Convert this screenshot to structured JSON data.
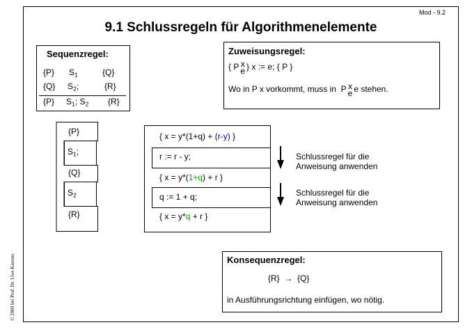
{
  "page_id": "Mod - 9.2",
  "title": "9.1 Schlussregeln für Algorithmenelemente",
  "sequenz": {
    "heading": "Sequenzregel:",
    "row1": {
      "pre": "{P}",
      "stmt": "S",
      "stmt_sub": "1",
      "post": "{Q}"
    },
    "row2": {
      "pre": "{Q}",
      "stmt": "S",
      "stmt_sub": "2",
      "stmt_suffix": ";",
      "post": "{R}"
    },
    "row3": {
      "pre": "{P}",
      "s1": "S",
      "s1_sub": "1",
      "sep": "; ",
      "s2": "S",
      "s2_sub": "2",
      "post": "{R}"
    }
  },
  "zuweisung": {
    "heading": "Zuweisungsregel:",
    "line1": {
      "open": "{ P",
      "sub_top": "x",
      "sub_bottom": "e",
      "rest": "} x := e; { P }"
    },
    "line2": {
      "text": "Wo in P x vorkommt, muss in",
      "p": "P",
      "sub_top": "x",
      "sub_bottom": "e",
      "rest": "e stehen."
    }
  },
  "block_diagram": {
    "p": "{P}",
    "s1": "S",
    "s1_sub": "1",
    "s1_suffix": ";",
    "q": "{Q}",
    "s2": "S",
    "s2_sub": "2",
    "r": "{R}"
  },
  "example": {
    "a1_pre": "{ x = y*(1+q) + (",
    "a1_blue": "r-y",
    "a1_post": ") }",
    "stmt1": "r := r - y;",
    "a2_pre": "{ x = y*(",
    "a2_green": "1+q",
    "a2_mid": ") + ",
    "a2_blue": "r",
    "a2_post": " }",
    "stmt2": "q := 1 + q;",
    "a3_pre": "{ x = y*",
    "a3_green": "q",
    "a3_post": " + r }"
  },
  "annotations": [
    {
      "line1": "Schlussregel für die",
      "line2": "Anweisung anwenden"
    },
    {
      "line1": "Schlussregel für die",
      "line2": "Anweisung anwenden"
    }
  ],
  "konsequenz": {
    "heading": "Konsequenzregel:",
    "from": "{R}",
    "arrow": "→",
    "to": "{Q}",
    "text": "in Ausführungsrichtung einfügen, wo nötig."
  },
  "copyright": "© 2000 bei Prof. Dr. Uwe Kastens",
  "colors": {
    "blue": "#0000cc",
    "green": "#00aa00"
  }
}
